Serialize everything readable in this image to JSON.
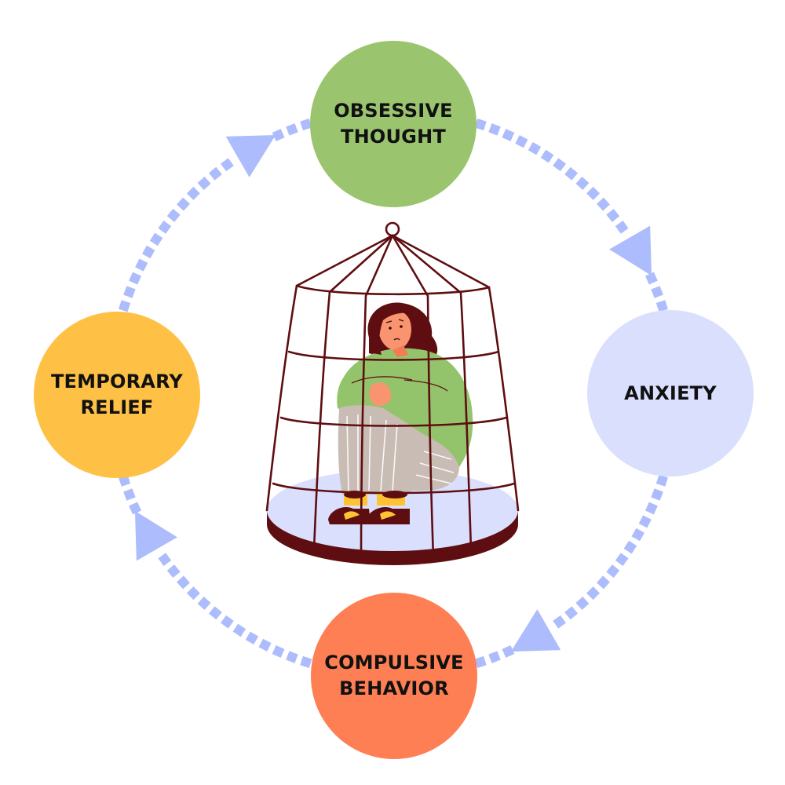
{
  "diagram": {
    "title": "OCD Cycle",
    "nodes": [
      {
        "id": "obsessive",
        "lines": [
          "OBSESSIVE",
          "THOUGHT"
        ],
        "color": "#9bc46f"
      },
      {
        "id": "anxiety",
        "lines": [
          "ANXIETY"
        ],
        "color": "#dadffd"
      },
      {
        "id": "compulsive",
        "lines": [
          "COMPULSIVE",
          "BEHAVIOR"
        ],
        "color": "#fe7f53"
      },
      {
        "id": "relief",
        "lines": [
          "TEMPORARY",
          "RELIEF"
        ],
        "color": "#fec146"
      }
    ],
    "edges": [
      {
        "from": "obsessive",
        "to": "anxiety"
      },
      {
        "from": "anxiety",
        "to": "compulsive"
      },
      {
        "from": "compulsive",
        "to": "relief"
      },
      {
        "from": "relief",
        "to": "obsessive"
      }
    ],
    "arrow_color": "#adbcfc",
    "illustration": {
      "subject": "woman sitting hugging knees inside a birdcage",
      "cage_color": "#5e0e10",
      "sweater_color": "#93c46c",
      "pants_color": "#c9bcb5",
      "sock_color": "#fec233",
      "floor_color": "#dadffd",
      "skin_color": "#f99470"
    }
  }
}
